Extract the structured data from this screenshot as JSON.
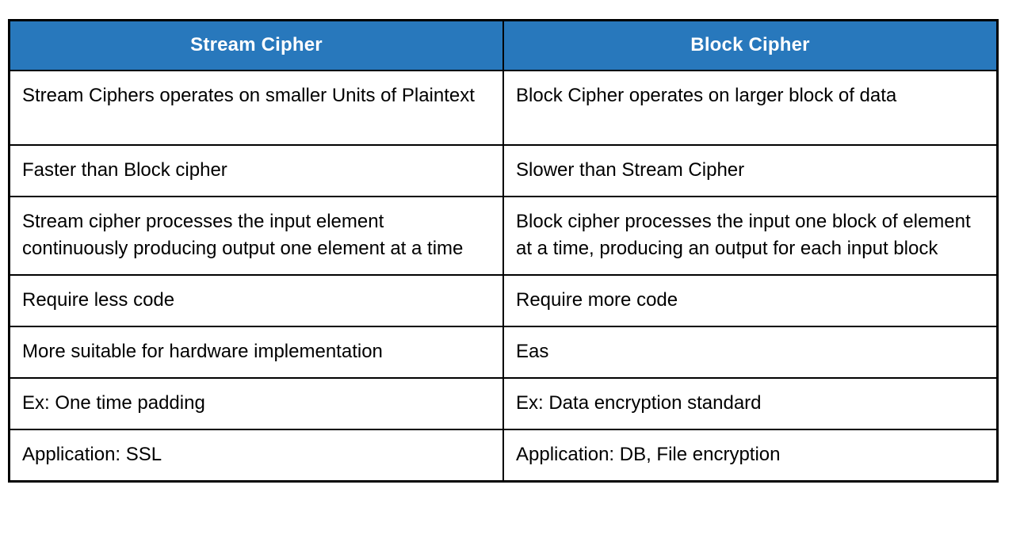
{
  "colors": {
    "header_bg": "#2878BC",
    "header_text": "#ffffff",
    "border": "#000000",
    "cell_text": "#000000"
  },
  "table": {
    "columns": [
      {
        "label": "Stream Cipher"
      },
      {
        "label": "Block Cipher"
      }
    ],
    "rows": [
      {
        "stream": "Stream Ciphers operates on smaller Units of Plaintext",
        "block": "Block Cipher operates on larger block of data"
      },
      {
        "stream": "Faster than Block cipher",
        "block": "Slower than Stream Cipher"
      },
      {
        "stream": "Stream cipher processes the input element continuously producing output one element at a time",
        "block": "Block cipher processes the input one block of element at a time, producing an output for each input block"
      },
      {
        "stream": "Require less code",
        "block": "Require more code"
      },
      {
        "stream": "More suitable for hardware implementation",
        "block": "Eas"
      },
      {
        "stream": "Ex: One time padding",
        "block": "Ex: Data encryption standard"
      },
      {
        "stream": "Application: SSL",
        "block": "Application: DB, File encryption"
      }
    ]
  }
}
